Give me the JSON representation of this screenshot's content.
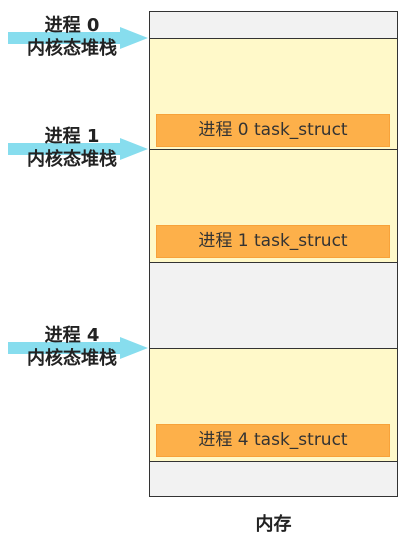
{
  "processes": [
    {
      "label_line1": "进程 0",
      "label_line2": "内核态堆栈",
      "task_struct": "进程 0 task_struct"
    },
    {
      "label_line1": "进程 1",
      "label_line2": "内核态堆栈",
      "task_struct": "进程 1 task_struct"
    },
    {
      "label_line1": "进程 4",
      "label_line2": "内核态堆栈",
      "task_struct": "进程 4 task_struct"
    }
  ],
  "caption": "内存",
  "colors": {
    "stack_fill": "#fff9c9",
    "free_fill": "#f2f2f2",
    "task_box_fill": "#fdb04a",
    "arrow": "#87ddee"
  },
  "icons": {
    "pointer": "right-arrow-icon"
  }
}
